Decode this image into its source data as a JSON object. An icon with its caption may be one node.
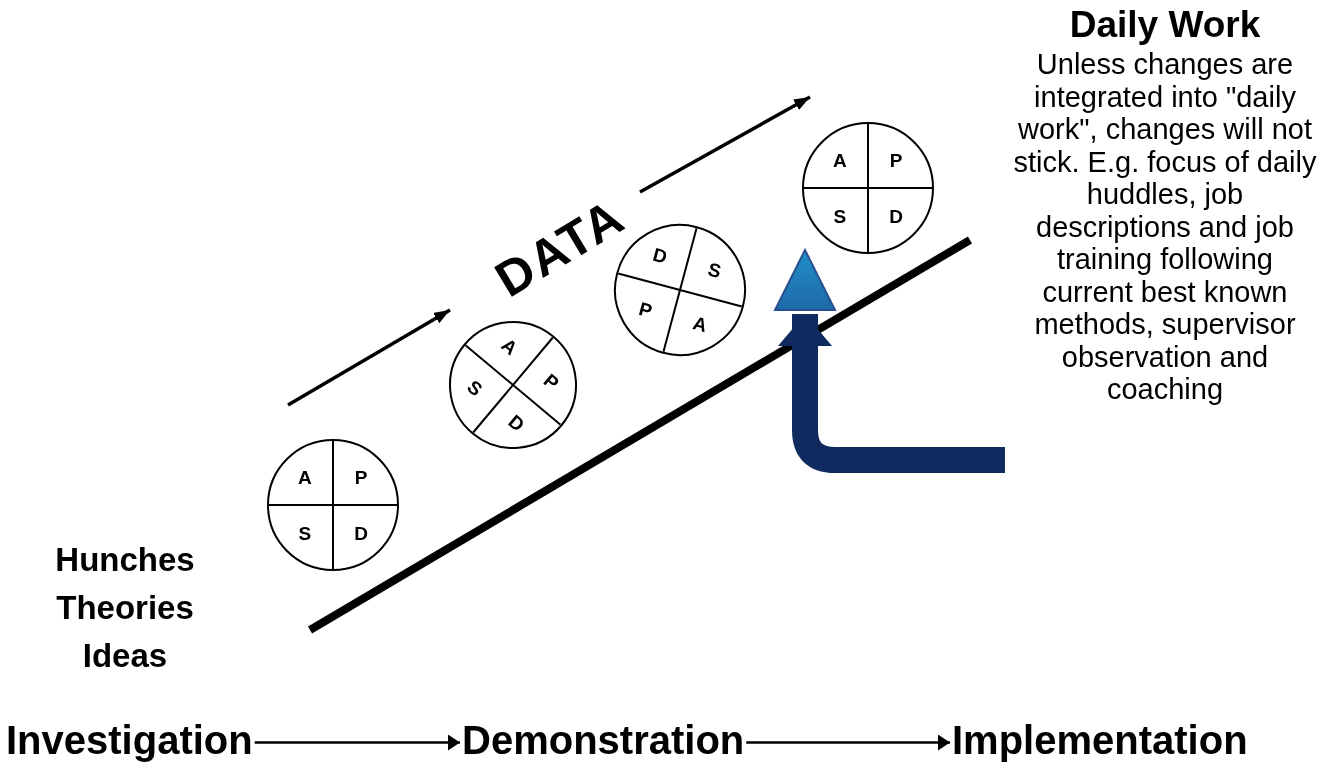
{
  "diagram": {
    "nodes": [
      {
        "text": [
          "Daily Work",
          "Unless changes are integrated into \"daily work\", changes will not stick. E.g. focus of daily huddles, job descriptions and job training following current best known methods, supervisor observation and coaching"
        ]
      },
      {
        "text": [
          "A",
          "P",
          "S",
          "D"
        ]
      },
      {
        "text": [
          "A",
          "P",
          "S",
          "D"
        ]
      },
      {
        "text": [
          "D",
          "S",
          "P",
          "A"
        ]
      },
      {
        "text": [
          "A",
          "P",
          "S",
          "D"
        ]
      },
      {
        "text": [],
        "shape": "triangle"
      },
      {
        "text": [
          "Investigation"
        ]
      },
      {
        "text": [
          "Demonstration"
        ]
      },
      {
        "text": [
          "Implementation"
        ]
      }
    ],
    "edges": [
      {
        "from": 6,
        "to": 7,
        "arrow": "to"
      },
      {
        "from": 7,
        "to": 8,
        "arrow": "to"
      },
      {
        "from": 0,
        "to": 5,
        "arrow": "to",
        "style": "thick",
        "color": "#0f2a5e"
      }
    ],
    "labels": [
      "DATA",
      "Hunches Theories Ideas"
    ]
  }
}
